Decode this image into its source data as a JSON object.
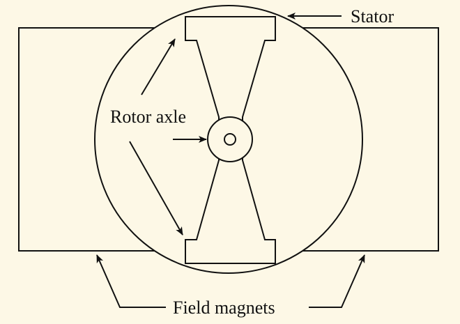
{
  "labels": {
    "stator": "Stator",
    "rotor_axle": "Rotor axle",
    "field_magnets": "Field magnets"
  },
  "colors": {
    "background": "#fdf8e6",
    "stroke": "#111111"
  }
}
